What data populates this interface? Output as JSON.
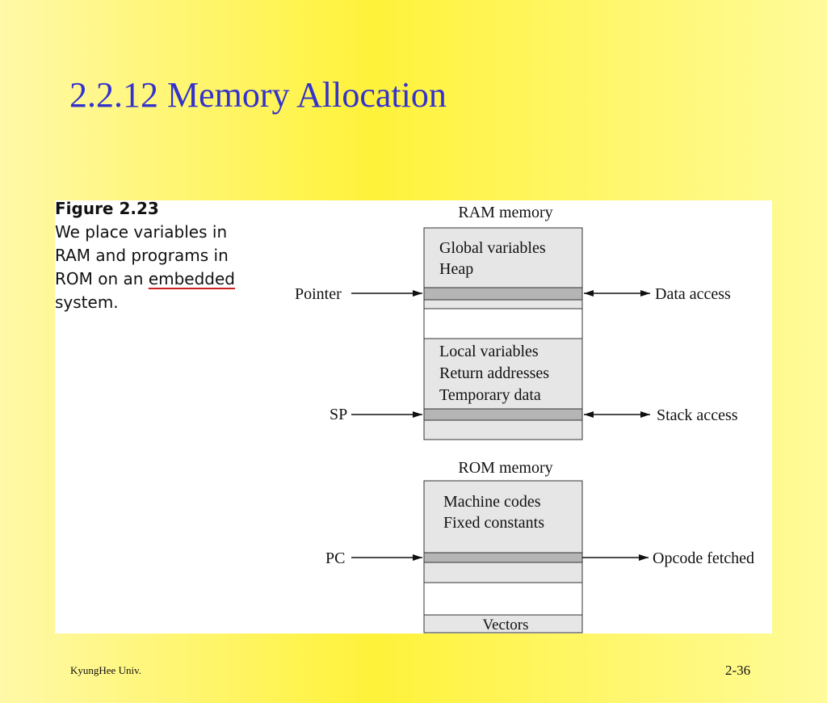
{
  "slide": {
    "title": "2.2.12 Memory Allocation",
    "footer_left": "KyungHee Univ.",
    "page_number": "2-36"
  },
  "caption": {
    "title": "Figure 2.23",
    "line1": "We place variables in",
    "line2": "RAM and programs in",
    "line3_prefix": "ROM on an ",
    "line3_underlined": "embedded",
    "line4": "system."
  },
  "ram": {
    "heading": "RAM memory",
    "global_lines": [
      "Global variables",
      "Heap"
    ],
    "stack_lines": [
      "Local variables",
      "Return addresses",
      "Temporary data"
    ],
    "pointer_label": "Pointer",
    "data_access_label": "Data access",
    "sp_label": "SP",
    "stack_access_label": "Stack access"
  },
  "rom": {
    "heading": "ROM memory",
    "code_lines": [
      "Machine codes",
      "Fixed constants"
    ],
    "pc_label": "PC",
    "opcode_label": "Opcode fetched",
    "vectors_label": "Vectors"
  },
  "colors": {
    "title": "#3333cc",
    "block_fill": "#e6e6e6",
    "band_fill": "#b5b5b5",
    "underline": "#cc2222"
  }
}
